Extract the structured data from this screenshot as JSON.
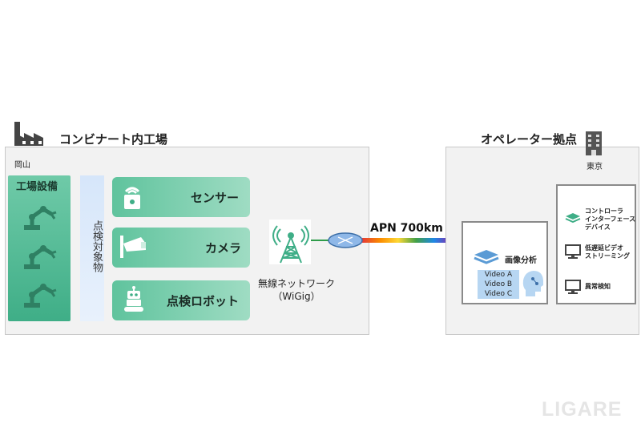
{
  "factory": {
    "title": "コンビナート内工場",
    "city": "岡山",
    "equipment_title": "工場設備",
    "inspection_target": "点検対象物",
    "items": [
      {
        "label": "センサー",
        "icon": "sensor-icon"
      },
      {
        "label": "カメラ",
        "icon": "camera-icon"
      },
      {
        "label": "点検ロボット",
        "icon": "robot-icon"
      }
    ],
    "wireless_line1": "無線ネットワーク",
    "wireless_line2": "（WiGig）"
  },
  "link": {
    "label": "APN 700km"
  },
  "operator": {
    "title": "オペレーター拠点",
    "city": "東京",
    "analysis_label": "画像分析",
    "videos": [
      "Video A",
      "Video B",
      "Video C"
    ],
    "remote_items": [
      {
        "line1": "コントローラ",
        "line2": "インターフェース",
        "line3": "デバイス"
      },
      {
        "line1": "低遅延ビデオ",
        "line2": "ストリーミング"
      },
      {
        "line1": "異常検知"
      }
    ]
  },
  "colors": {
    "green_dark": "#3fae87",
    "green_light": "#9fdcc3",
    "blue_light": "#d6e6fa",
    "router_blue": "#8fb8e8"
  },
  "watermark": "LIGARE"
}
